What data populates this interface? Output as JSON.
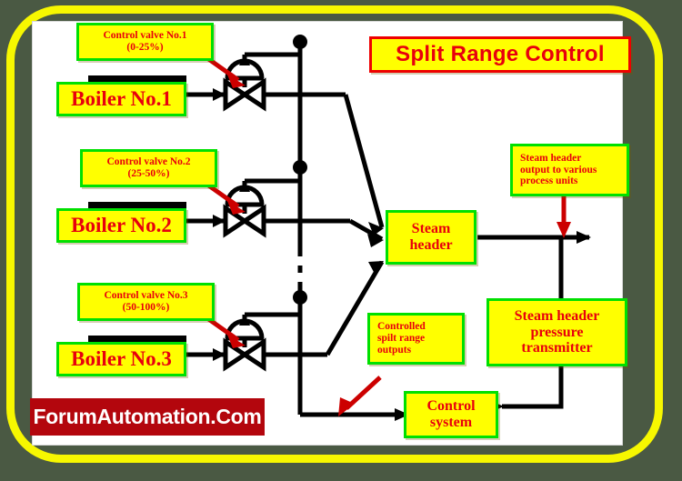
{
  "title": {
    "text": "Split Range Control"
  },
  "watermark": {
    "text": "ForumAutomation.Com"
  },
  "colors": {
    "background": "#4a5943",
    "frame": "#f7f700",
    "canvas": "#ffffff",
    "box_fill": "#ffff00",
    "box_border": "#00e000",
    "text_red": "#e8000d",
    "title_border": "#ee0000",
    "logo_fill": "#b3060d",
    "line": "#000000",
    "annotation_arrow": "#cc0000"
  },
  "boilers": [
    {
      "label": "Boiler No.1"
    },
    {
      "label": "Boiler No.2"
    },
    {
      "label": "Boiler No.3"
    }
  ],
  "valve_callouts": [
    {
      "line1": "Control valve No.1",
      "line2": "(0-25%)"
    },
    {
      "line1": "Control valve No.2",
      "line2": "(25-50%)"
    },
    {
      "line1": "Control valve No.3",
      "line2": "(50-100%)"
    }
  ],
  "steam_header": {
    "label": "Steam\nheader",
    "line1": "Steam",
    "line2": "header"
  },
  "header_output_note": {
    "line1": "Steam header",
    "line2": "output to various",
    "line3": "process units"
  },
  "pressure_transmitter": {
    "line1": "Steam header",
    "line2": "pressure",
    "line3": "transmitter"
  },
  "control_system": {
    "line1": "Control",
    "line2": "system"
  },
  "split_range_note": {
    "line1": "Controlled",
    "line2": "spilt range",
    "line3": "outputs"
  }
}
